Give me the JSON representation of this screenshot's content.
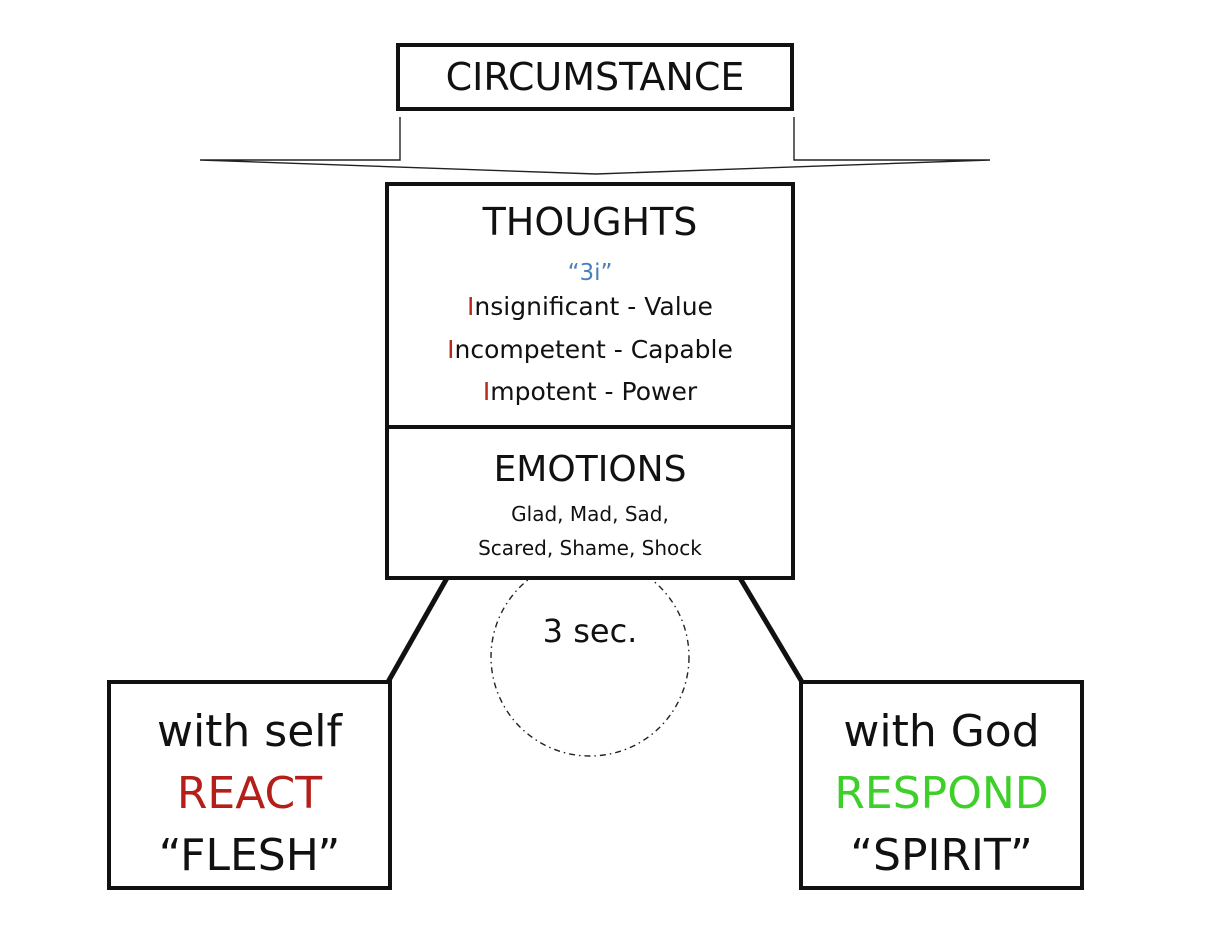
{
  "circumstance": {
    "label": "CIRCUMSTANCE"
  },
  "thoughts": {
    "title": "THOUGHTS",
    "subtitle": "“3i”",
    "lines": [
      {
        "initial": "I",
        "rest": "nsignificant - Value"
      },
      {
        "initial": "I",
        "rest": "ncompetent - Capable"
      },
      {
        "initial": "I",
        "rest": "mpotent - Power"
      }
    ]
  },
  "emotions": {
    "title": "EMOTIONS",
    "lines": [
      "Glad, Mad, Sad,",
      "Scared, Shame, Shock"
    ]
  },
  "timer": {
    "label": "3 sec."
  },
  "react": {
    "line1": "with self",
    "word": "REACT",
    "line3": "“FLESH”"
  },
  "respond": {
    "line1": "with God",
    "word": "RESPOND",
    "line3": "“SPIRIT”"
  },
  "colors": {
    "initial_red": "#b52a1c",
    "subtitle_blue": "#4a7fb8",
    "react_red": "#b41f1a",
    "respond_green": "#3fcf2a"
  }
}
